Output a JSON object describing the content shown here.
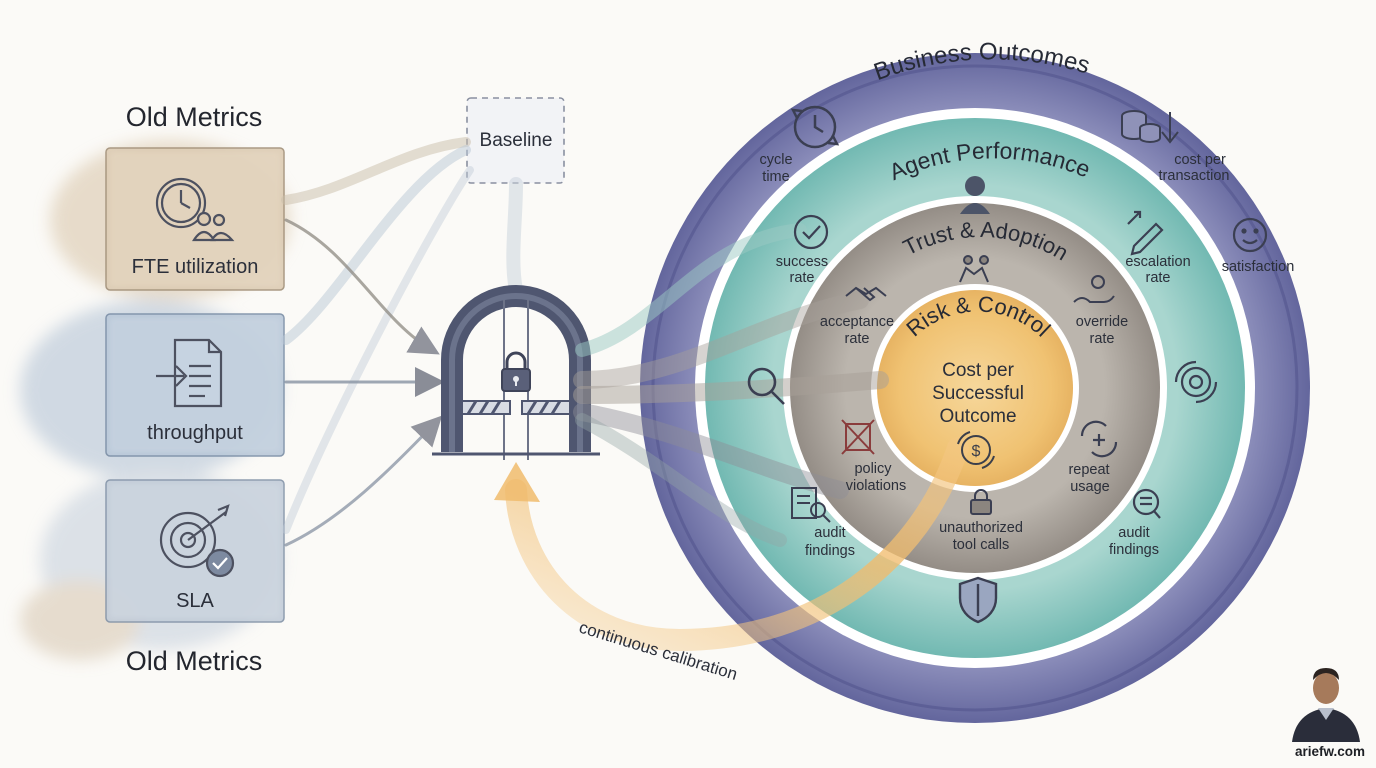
{
  "old_metrics_title_top": "Old Metrics",
  "old_metrics_title_bottom": "Old Metrics",
  "cards": {
    "fte": "FTE utilization",
    "throughput": "throughput",
    "sla": "SLA"
  },
  "baseline": "Baseline",
  "rings": {
    "business_outcomes": "Business Outcomes",
    "agent_performance": "Agent Performance",
    "trust_adoption": "Trust & Adoption",
    "risk_control": "Risk & Control"
  },
  "core": {
    "line1": "Cost per",
    "line2": "Successful",
    "line3": "Outcome"
  },
  "business_metrics": {
    "cycle_time_1": "cycle",
    "cycle_time_2": "time",
    "cost_per_transaction_1": "cost per",
    "cost_per_transaction_2": "transaction",
    "satisfaction": "satisfaction"
  },
  "agent_metrics": {
    "success_rate_1": "success",
    "success_rate_2": "rate",
    "escalation_rate_1": "escalation",
    "escalation_rate_2": "rate",
    "audit_findings_left_1": "audit",
    "audit_findings_left_2": "findings",
    "audit_findings_right_1": "audit",
    "audit_findings_right_2": "findings"
  },
  "trust_metrics": {
    "acceptance_rate_1": "acceptance",
    "acceptance_rate_2": "rate",
    "override_rate_1": "override",
    "override_rate_2": "rate",
    "policy_violations_1": "policy",
    "policy_violations_2": "violations",
    "repeat_usage_1": "repeat",
    "repeat_usage_2": "usage",
    "unauthorized_tool_calls_1": "unauthorized",
    "unauthorized_tool_calls_2": "tool calls"
  },
  "calibration": "continuous calibration",
  "credit": "ariefw.com",
  "colors": {
    "business_ring": "#6c6ea3",
    "agent_ring": "#8fcac4",
    "trust_ring": "#a59f98",
    "core": "#f0c47a",
    "calibration_arrow": "#eeb566",
    "card_fte": "#d8c6ae",
    "card_throughput": "#b3c4d6",
    "card_sla": "#bcc7d4"
  }
}
